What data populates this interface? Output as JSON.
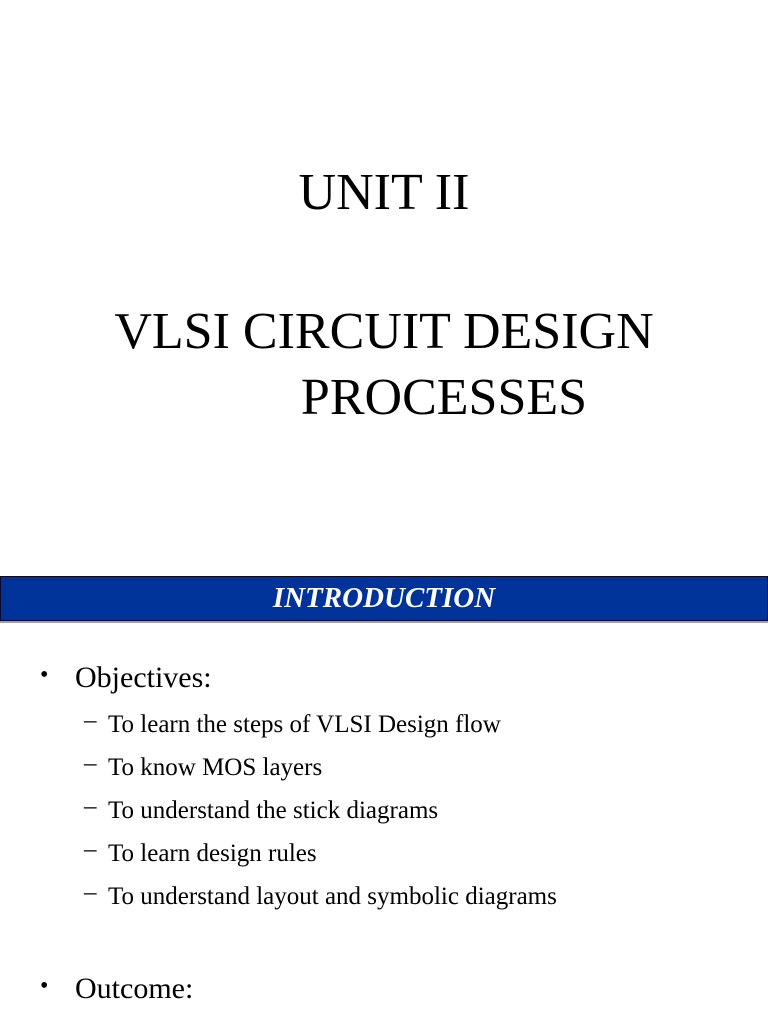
{
  "slide": {
    "unit_title": "UNIT II",
    "main_title_line1": "VLSI CIRCUIT DESIGN",
    "main_title_line2": "PROCESSES"
  },
  "banner": {
    "label": "INTRODUCTION",
    "color": "#003399"
  },
  "content": {
    "bullets": [
      {
        "label": "Objectives:",
        "sub_items": [
          "To learn the steps of VLSI Design flow",
          "To know MOS layers",
          "To understand the stick diagrams",
          "To learn design rules",
          "To understand layout and symbolic diagrams"
        ]
      },
      {
        "label": "Outcome:",
        "sub_items": []
      }
    ],
    "bullet_glyph": "•",
    "sub_bullet_glyph": "–"
  }
}
